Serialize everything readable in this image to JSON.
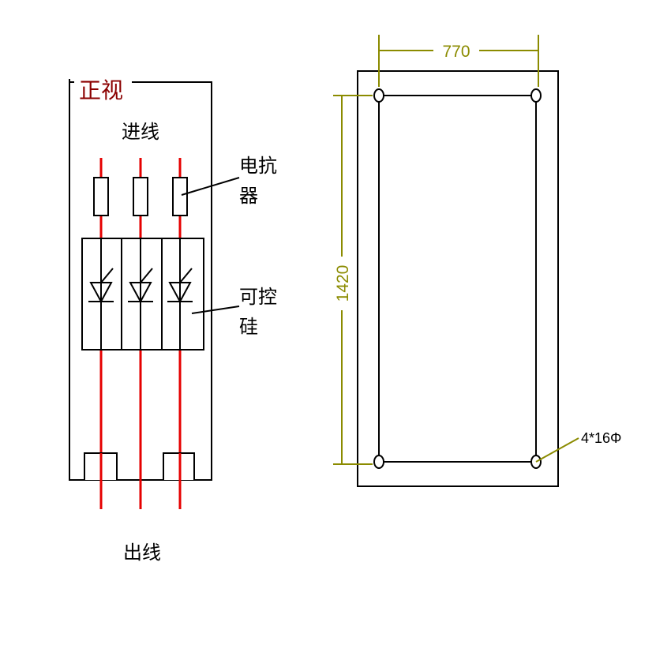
{
  "front_view": {
    "title": "正视",
    "incoming_label": "进线",
    "reactor_label_line1": "电抗",
    "reactor_label_line2": "器",
    "scr_label_line1": "可控",
    "scr_label_line2": "硅",
    "outgoing_label": "出线"
  },
  "mounting_plate": {
    "width_dim": "770",
    "height_dim": "1420",
    "hole_spec": "4*16Φ"
  },
  "colors": {
    "line": "#000000",
    "conductor": "#e60000",
    "title": "#8b0000",
    "dimension": "#8b8b00"
  }
}
